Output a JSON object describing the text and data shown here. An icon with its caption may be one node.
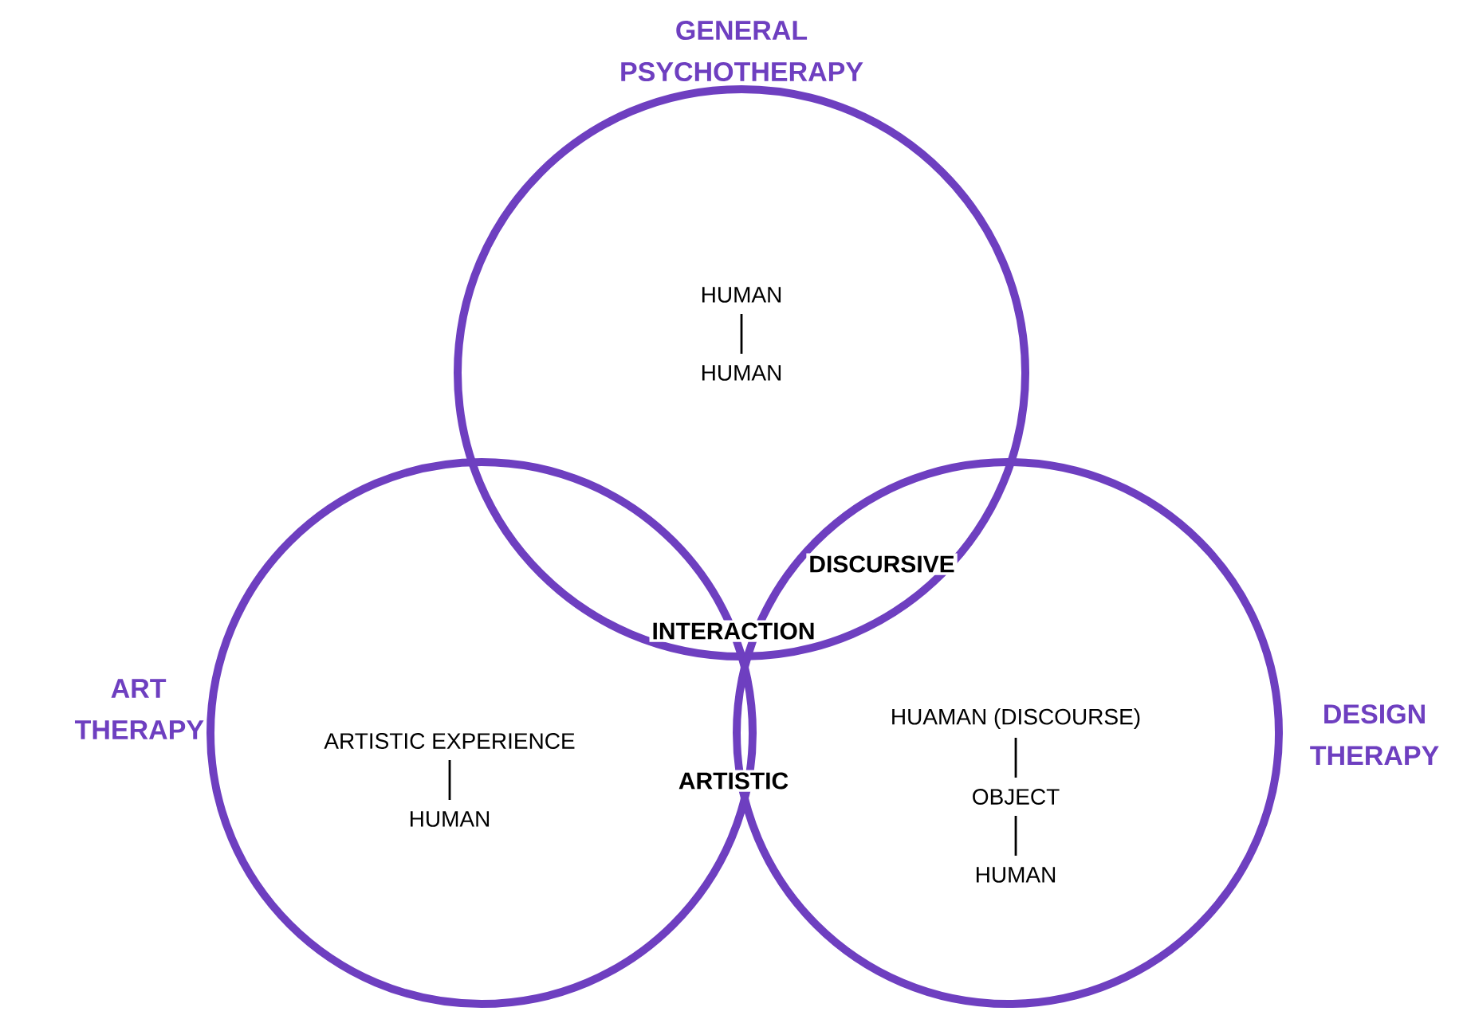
{
  "diagram": {
    "nodes": [
      {
        "text": [
          "GENERAL PSYCHOTHERAPY",
          "HUMAN",
          "HUMAN"
        ]
      },
      {
        "text": [
          "ART THERAPY",
          "ARTISTIC EXPERIENCE",
          "HUMAN"
        ]
      },
      {
        "text": [
          "DESIGN THERAPY",
          "HUAMAN (DISCOURSE)",
          "OBJECT",
          "HUMAN"
        ]
      }
    ],
    "labels": [
      "DISCURSIVE",
      "INTERACTION",
      "ARTISTIC"
    ]
  }
}
